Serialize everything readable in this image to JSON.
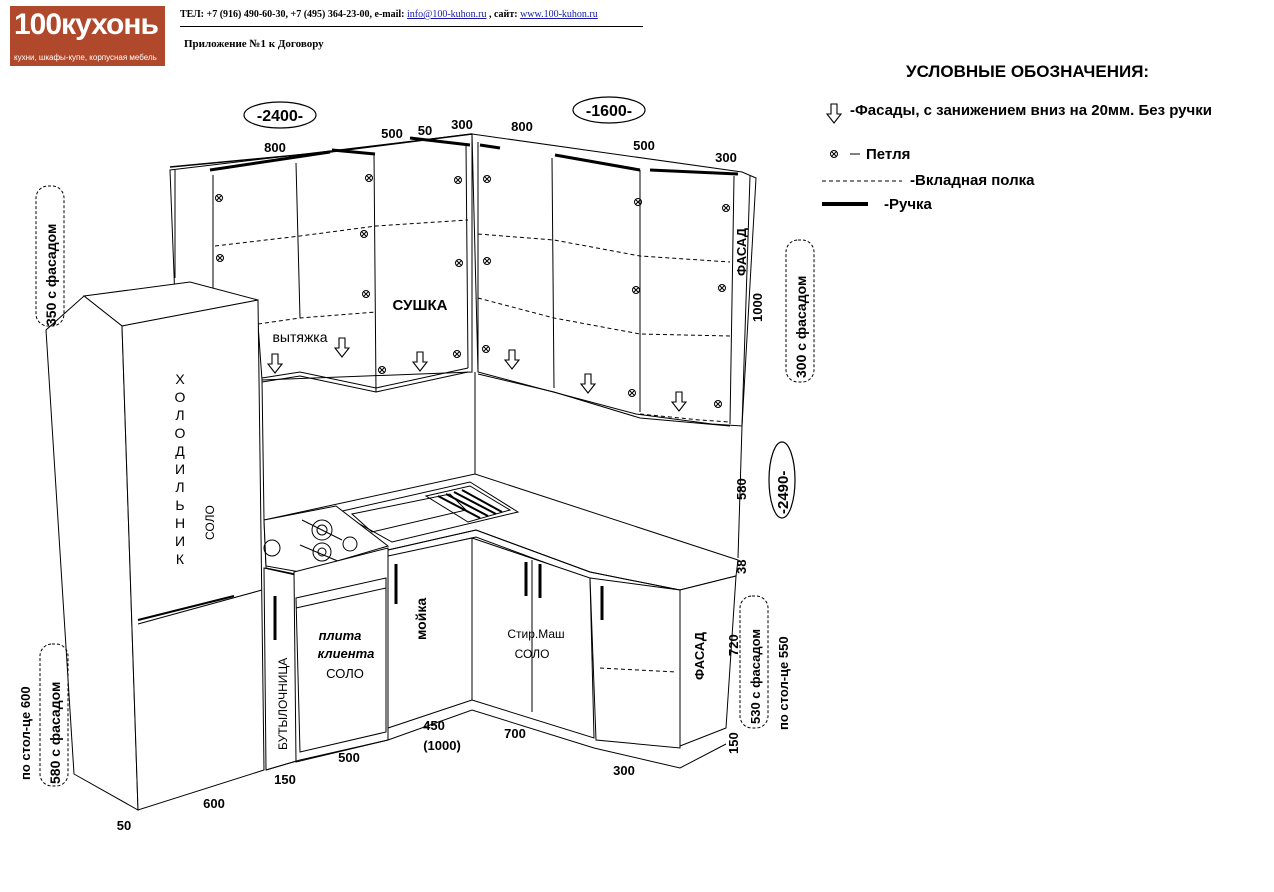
{
  "header": {
    "logo_big": "100кухонь",
    "logo_small": "кухни, шкафы-купе, корпусная мебель",
    "contact_prefix": "ТЕЛ: +7 (916) 490-60-30, +7 (495) 364-23-00, e-mail: ",
    "email": "info@100-kuhon.ru",
    "site_prefix": " , сайт: ",
    "site": "www.100-kuhon.ru",
    "appendix": "Приложение №1 к Договору"
  },
  "legend": {
    "title": "УСЛОВНЫЕ ОБОЗНАЧЕНИЯ:",
    "facade_drop": "-Фасады, с занижением вниз на 20мм. Без ручки",
    "hinge": "Петля",
    "shelf": "-Вкладная полка",
    "handle": "-Ручка"
  },
  "labels": {
    "total_top_left": "-2400-",
    "total_top_right": "-1600-",
    "total_height": "-2490-",
    "w800a": "800",
    "w500a": "500",
    "w50": "50",
    "w300a": "300",
    "w800b": "800",
    "w500b": "500",
    "w300b": "300",
    "h1000": "1000",
    "h580": "580",
    "h38": "38",
    "h720": "720",
    "h150r": "150",
    "depth_upper_left": "350 с фасадом",
    "depth_upper_right": "300 с фасадом",
    "depth_fridge_a": "по стол-це 600",
    "depth_fridge_b": "580 с фасадом",
    "depth_lower_a": "530 с фасадом",
    "depth_lower_b": "по стол-це 550",
    "hood": "вытяжка",
    "dryer": "СУШКА",
    "facade_upper": "ФАСАД",
    "facade_lower": "ФАСАД",
    "fridge_letters": [
      "Х",
      "О",
      "Л",
      "О",
      "Д",
      "И",
      "Л",
      "Ь",
      "Н",
      "И",
      "К"
    ],
    "fridge_solo": "СОЛО",
    "bottle_rack": "БУТЫЛОЧНИЦА",
    "stove_a": "плита",
    "stove_b": "клиента",
    "stove_solo": "СОЛО",
    "sink": "мойка",
    "washer": "Стир.Маш",
    "washer_solo": "СОЛО",
    "b150": "150",
    "b500": "500",
    "b450": "450",
    "b450b": "(1000)",
    "b700": "700",
    "b300": "300",
    "b600": "600",
    "b50": "50"
  }
}
